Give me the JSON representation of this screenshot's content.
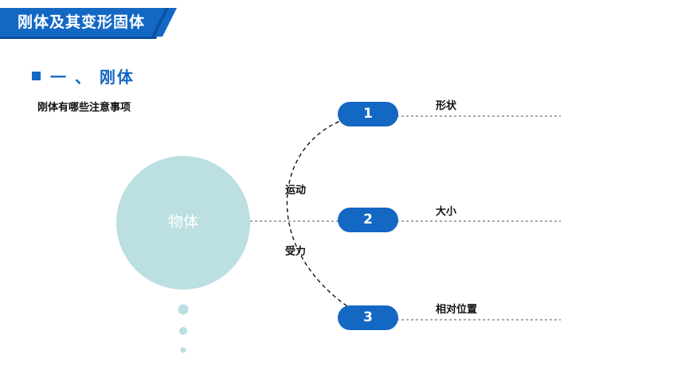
{
  "banner": {
    "title": "刚体及其变形固体",
    "bg_color": "#1368c4"
  },
  "section": {
    "heading": "一 、 刚体",
    "accent_color": "#1368c4"
  },
  "subtitle": "刚体有哪些注意事项",
  "diagram": {
    "center": {
      "label": "物体",
      "color": "#bcdfe1"
    },
    "items": [
      {
        "number": "1",
        "label": "形状"
      },
      {
        "number": "2",
        "label": "大小"
      },
      {
        "number": "3",
        "label": "相对位置"
      }
    ],
    "curve_labels": {
      "upper": "运动",
      "lower": "受力"
    }
  }
}
